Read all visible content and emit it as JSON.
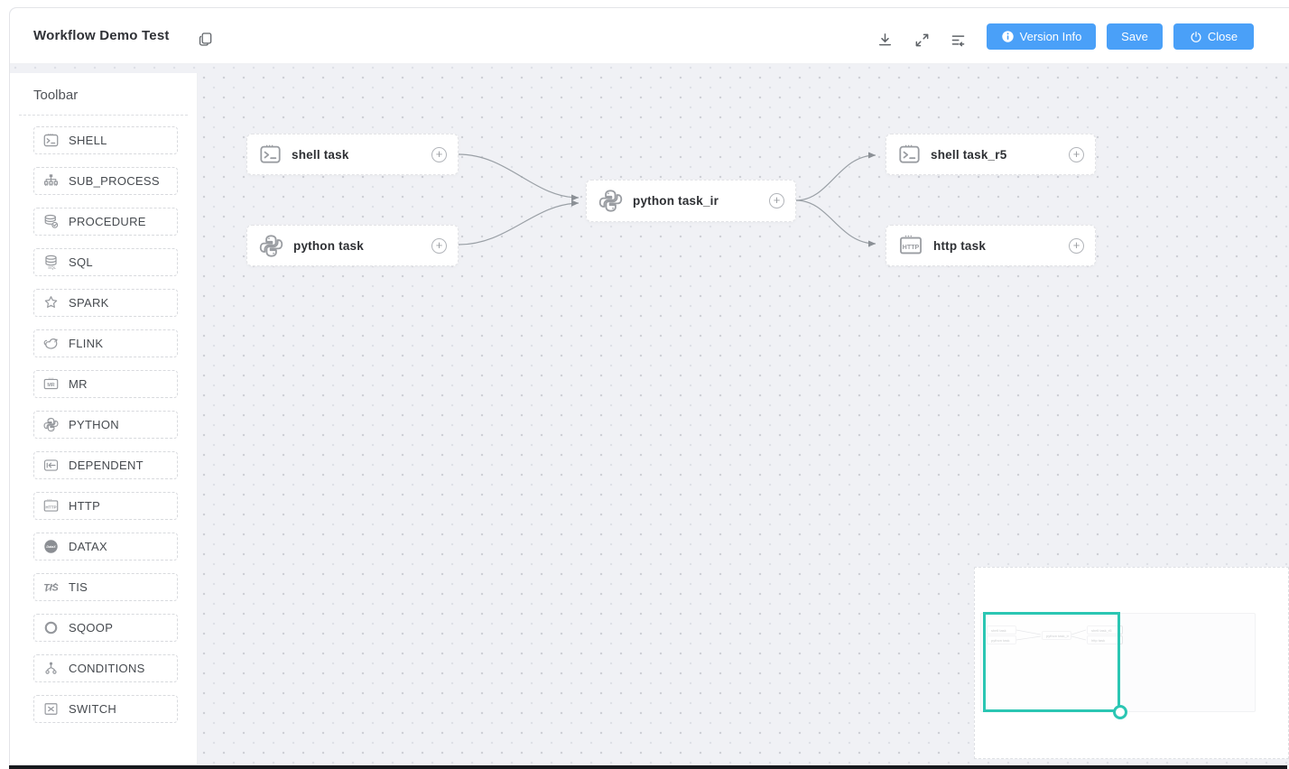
{
  "header": {
    "title": "Workflow Demo Test",
    "buttons": {
      "version_info": "Version Info",
      "save": "Save",
      "close": "Close"
    },
    "icons": [
      "copy-icon",
      "download-icon",
      "fullscreen-icon",
      "format-dag-icon"
    ]
  },
  "toolbar": {
    "title": "Toolbar",
    "items": [
      {
        "label": "SHELL",
        "icon": "shell-icon"
      },
      {
        "label": "SUB_PROCESS",
        "icon": "sub-process-icon"
      },
      {
        "label": "PROCEDURE",
        "icon": "procedure-icon"
      },
      {
        "label": "SQL",
        "icon": "sql-icon"
      },
      {
        "label": "SPARK",
        "icon": "spark-icon"
      },
      {
        "label": "FLINK",
        "icon": "flink-icon"
      },
      {
        "label": "MR",
        "icon": "mr-icon"
      },
      {
        "label": "PYTHON",
        "icon": "python-icon"
      },
      {
        "label": "DEPENDENT",
        "icon": "dependent-icon"
      },
      {
        "label": "HTTP",
        "icon": "http-icon"
      },
      {
        "label": "DATAX",
        "icon": "datax-icon"
      },
      {
        "label": "TIS",
        "icon": "tis-icon"
      },
      {
        "label": "SQOOP",
        "icon": "sqoop-icon"
      },
      {
        "label": "CONDITIONS",
        "icon": "conditions-icon"
      },
      {
        "label": "SWITCH",
        "icon": "switch-icon"
      }
    ]
  },
  "canvas": {
    "nodes": [
      {
        "label": "shell task",
        "type": "SHELL",
        "plus": "+"
      },
      {
        "label": "python task",
        "type": "PYTHON",
        "plus": "+"
      },
      {
        "label": "python task_ir",
        "type": "PYTHON",
        "plus": "+"
      },
      {
        "label": "shell task_r5",
        "type": "SHELL",
        "plus": "+"
      },
      {
        "label": "http task",
        "type": "HTTP",
        "plus": "+"
      }
    ],
    "edges": [
      {
        "source": "shell task",
        "target": "python task_ir"
      },
      {
        "source": "python task",
        "target": "python task_ir"
      },
      {
        "source": "python task_ir",
        "target": "shell task_r5"
      },
      {
        "source": "python task_ir",
        "target": "http task"
      }
    ]
  },
  "colors": {
    "primary_button": "#4aa0f8",
    "minimap_viewport": "#2bc6b3",
    "canvas_background": "#f0f1f5",
    "edge": "#9aa0a6"
  }
}
